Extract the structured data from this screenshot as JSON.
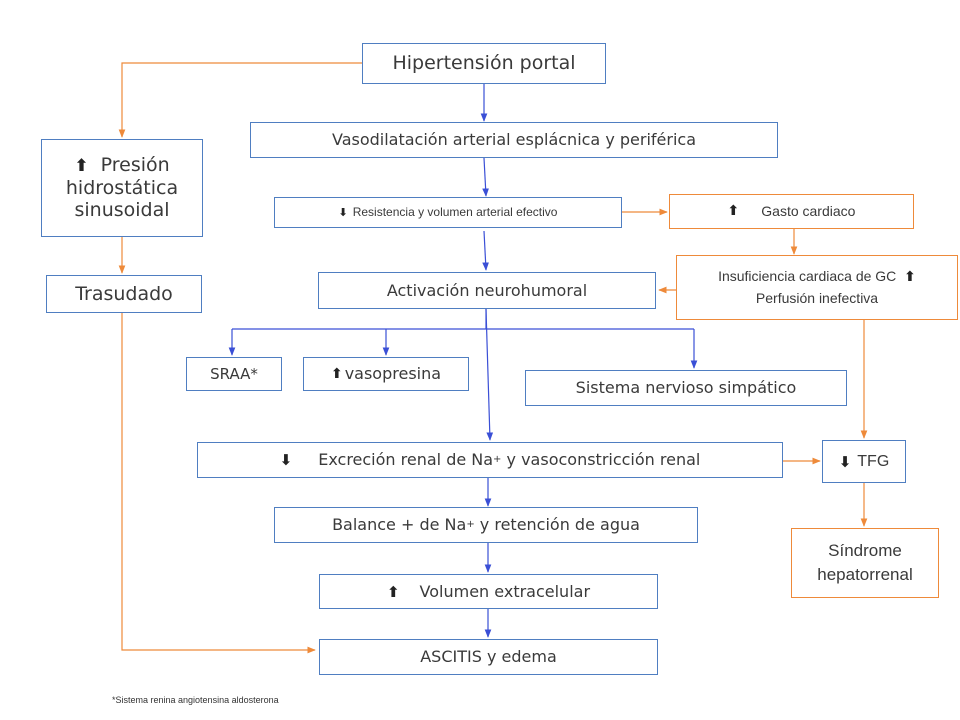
{
  "colors": {
    "blue_line": "#3a4fd6",
    "orange_line": "#ee8a3a",
    "blue_border": "#4f7ec1",
    "orange_border": "#ee8a3a"
  },
  "icons": {
    "up": "arrow-up-icon",
    "down": "arrow-down-icon"
  },
  "nodes": {
    "hipertension": {
      "text": "Hipertensión portal"
    },
    "vasodilatacion": {
      "text": "Vasodilatación arterial esplácnica y periférica"
    },
    "resistencia": {
      "symbol": "⬇",
      "text": "Resistencia y volumen arterial efectivo"
    },
    "gasto": {
      "symbol": "⬆",
      "text": "Gasto cardiaco"
    },
    "insuficiencia": {
      "line1": "Insuficiencia cardiaca de GC",
      "symbol": "⬆",
      "line2": "Perfusión inefectiva"
    },
    "activacion": {
      "text": "Activación neurohumoral"
    },
    "presion": {
      "symbol": "⬆",
      "line1": "Presión",
      "line2": "hidrostática",
      "line3": "sinusoidal"
    },
    "trasudado": {
      "text": "Trasudado"
    },
    "sraa": {
      "text": "SRAA*"
    },
    "vasopresina": {
      "symbol": "⬆",
      "text": "vasopresina"
    },
    "simpatico": {
      "text": "Sistema nervioso simpático"
    },
    "excrecion": {
      "symbol": "⬇",
      "text_a": "Excreción renal de Na",
      "sup": "+",
      "text_b": " y vasoconstricción renal"
    },
    "tfg": {
      "symbol": "⬇",
      "text": "TFG"
    },
    "balance": {
      "text_a": "Balance + de Na",
      "sup": "+",
      "text_b": " y retención de agua"
    },
    "sindrome": {
      "line1": "Síndrome",
      "line2": "hepatorrenal"
    },
    "volumen": {
      "symbol": "⬆",
      "text": "Volumen extracelular"
    },
    "ascitis": {
      "text": "ASCITIS y edema"
    }
  },
  "footnote": "*Sistema renina angiotensina aldosterona"
}
